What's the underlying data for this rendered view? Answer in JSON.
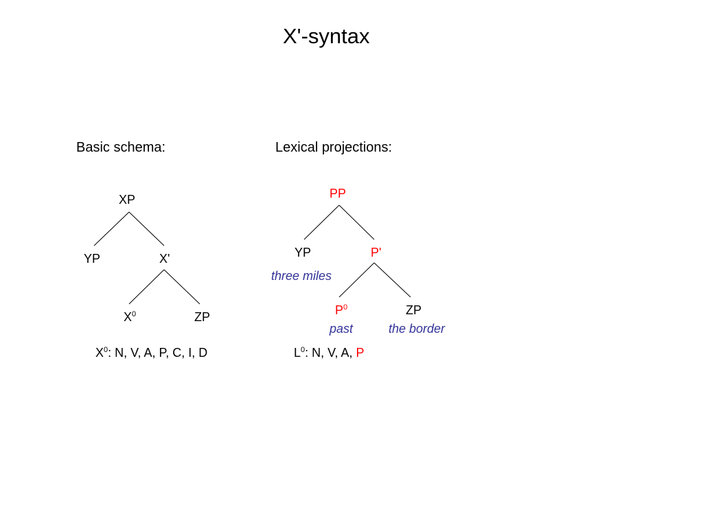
{
  "title": "X'-syntax",
  "basic_schema": {
    "heading": "Basic schema:",
    "nodes": {
      "root": "XP",
      "specifier": "YP",
      "bar": "X'",
      "head_base": "X",
      "head_superscript": "0",
      "complement": "ZP"
    },
    "categories": {
      "head_base": "X",
      "head_superscript": "0",
      "list": ": N, V, A, P, C, I, D"
    }
  },
  "lexical_projections": {
    "heading": "Lexical projections:",
    "nodes": {
      "root": "PP",
      "specifier": "YP",
      "bar": "P'",
      "head_base": "P",
      "head_superscript": "0",
      "complement": "ZP"
    },
    "glosses": {
      "specifier": "three miles",
      "head": "past",
      "complement": "the border"
    },
    "categories": {
      "head_base": "L",
      "head_superscript": "0",
      "list": ": N, V, A, ",
      "highlight": "P"
    }
  },
  "colors": {
    "text": "#000000",
    "highlight": "#ff0000",
    "gloss": "#333399"
  }
}
